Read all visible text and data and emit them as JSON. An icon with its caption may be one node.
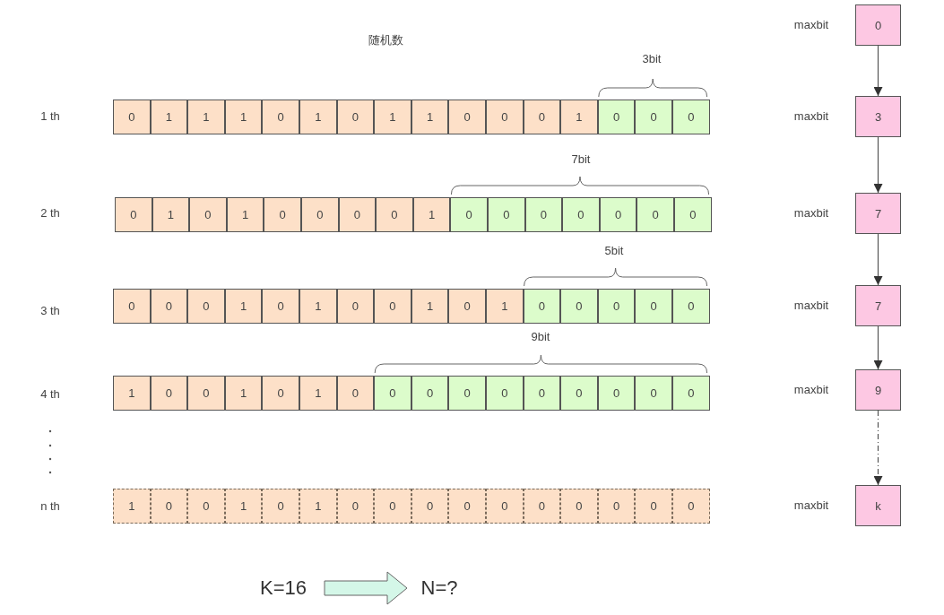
{
  "diagram": {
    "nodes": [
      {
        "text": [
          "0"
        ]
      },
      {
        "text": [
          "1"
        ]
      },
      {
        "text": [
          "1"
        ]
      },
      {
        "text": [
          "1"
        ]
      },
      {
        "text": [
          "0"
        ]
      },
      {
        "text": [
          "1"
        ]
      },
      {
        "text": [
          "0"
        ]
      },
      {
        "text": [
          "1"
        ]
      },
      {
        "text": [
          "1"
        ]
      },
      {
        "text": [
          "0"
        ]
      },
      {
        "text": [
          "0"
        ]
      },
      {
        "text": [
          "0"
        ]
      },
      {
        "text": [
          "1"
        ]
      },
      {
        "text": [
          "0"
        ]
      },
      {
        "text": [
          "0"
        ]
      },
      {
        "text": [
          "0"
        ]
      },
      {
        "text": [
          "0"
        ]
      },
      {
        "text": [
          "1"
        ]
      },
      {
        "text": [
          "0"
        ]
      },
      {
        "text": [
          "1"
        ]
      },
      {
        "text": [
          "0"
        ]
      },
      {
        "text": [
          "0"
        ]
      },
      {
        "text": [
          "0"
        ]
      },
      {
        "text": [
          "0"
        ]
      },
      {
        "text": [
          "1"
        ]
      },
      {
        "text": [
          "0"
        ]
      },
      {
        "text": [
          "0"
        ]
      },
      {
        "text": [
          "0"
        ]
      },
      {
        "text": [
          "0"
        ]
      },
      {
        "text": [
          "0"
        ]
      },
      {
        "text": [
          "0"
        ]
      },
      {
        "text": [
          "0"
        ]
      },
      {
        "text": [
          "0"
        ]
      },
      {
        "text": [
          "0"
        ]
      },
      {
        "text": [
          "0"
        ]
      },
      {
        "text": [
          "1"
        ]
      },
      {
        "text": [
          "0"
        ]
      },
      {
        "text": [
          "1"
        ]
      },
      {
        "text": [
          "0"
        ]
      },
      {
        "text": [
          "0"
        ]
      },
      {
        "text": [
          "1"
        ]
      },
      {
        "text": [
          "0"
        ]
      },
      {
        "text": [
          "1"
        ]
      },
      {
        "text": [
          "0"
        ]
      },
      {
        "text": [
          "0"
        ]
      },
      {
        "text": [
          "0"
        ]
      },
      {
        "text": [
          "0"
        ]
      },
      {
        "text": [
          "0"
        ]
      },
      {
        "text": [
          "1"
        ]
      },
      {
        "text": [
          "0"
        ]
      },
      {
        "text": [
          "0"
        ]
      },
      {
        "text": [
          "1"
        ]
      },
      {
        "text": [
          "0"
        ]
      },
      {
        "text": [
          "1"
        ]
      },
      {
        "text": [
          "0"
        ]
      },
      {
        "text": [
          "0"
        ]
      },
      {
        "text": [
          "0"
        ]
      },
      {
        "text": [
          "0"
        ]
      },
      {
        "text": [
          "0"
        ]
      },
      {
        "text": [
          "0"
        ]
      },
      {
        "text": [
          "0"
        ]
      },
      {
        "text": [
          "0"
        ]
      },
      {
        "text": [
          "0"
        ]
      },
      {
        "text": [
          "0"
        ]
      },
      {
        "text": [
          "1"
        ]
      },
      {
        "text": [
          "0"
        ]
      },
      {
        "text": [
          "0"
        ]
      },
      {
        "text": [
          "1"
        ]
      },
      {
        "text": [
          "0"
        ]
      },
      {
        "text": [
          "1"
        ]
      },
      {
        "text": [
          "0"
        ]
      },
      {
        "text": [
          "0"
        ]
      },
      {
        "text": [
          "0"
        ]
      },
      {
        "text": [
          "0"
        ]
      },
      {
        "text": [
          "0"
        ]
      },
      {
        "text": [
          "0"
        ]
      },
      {
        "text": [
          "0"
        ]
      },
      {
        "text": [
          "0"
        ]
      },
      {
        "text": [
          "0"
        ]
      },
      {
        "text": [
          "0"
        ]
      },
      {
        "text": [
          "0"
        ],
        "beside": [
          "maxbit"
        ]
      },
      {
        "text": [
          "3"
        ],
        "beside": [
          "maxbit"
        ]
      },
      {
        "text": [
          "7"
        ],
        "beside": [
          "maxbit"
        ]
      },
      {
        "text": [
          "7"
        ],
        "beside": [
          "maxbit"
        ]
      },
      {
        "text": [
          "9"
        ],
        "beside": [
          "maxbit"
        ]
      },
      {
        "text": [
          "k"
        ],
        "beside": [
          "maxbit"
        ]
      },
      {
        "text": [
          "K=16"
        ]
      },
      {
        "text": [
          "N=?"
        ]
      }
    ],
    "edges": [
      {
        "from": 80,
        "to": 81,
        "arrow": "to"
      },
      {
        "from": 81,
        "to": 82,
        "arrow": "to"
      },
      {
        "from": 82,
        "to": 83,
        "arrow": "to"
      },
      {
        "from": 83,
        "to": 84,
        "arrow": "to"
      },
      {
        "from": 84,
        "to": 85,
        "arrow": "to",
        "style": "dashed"
      },
      {
        "from": 86,
        "to": 87,
        "arrow": "to",
        "style": "thick"
      }
    ],
    "labels": [
      "随机数",
      "1 th",
      "3bit",
      "2 th",
      "7bit",
      "3 th",
      "5bit",
      "9bit",
      "4 th",
      "n th"
    ]
  }
}
